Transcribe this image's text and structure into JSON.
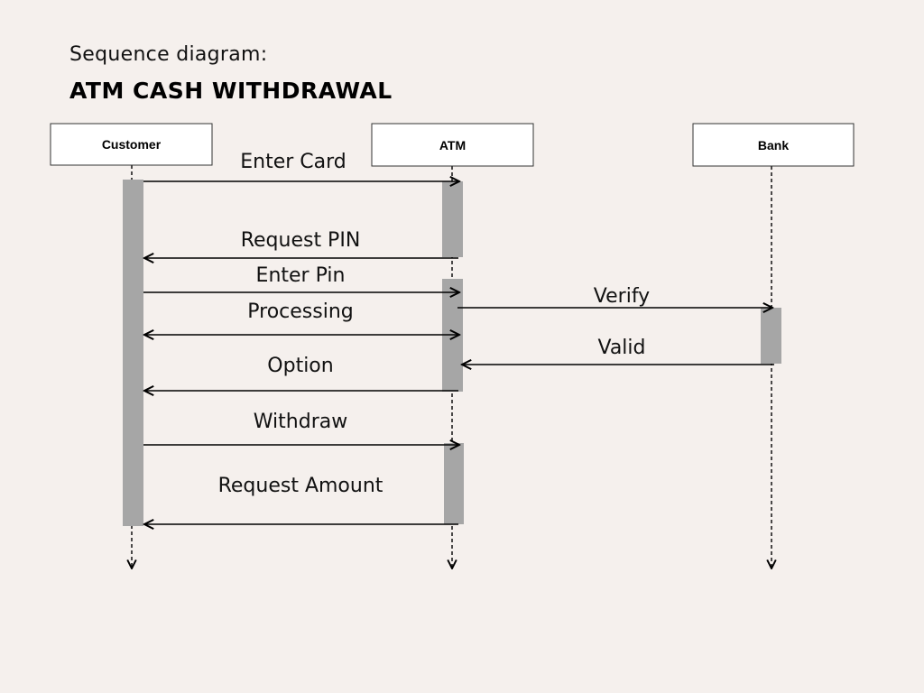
{
  "header": {
    "subtitle": "Sequence diagram:",
    "title": "ATM CASH WITHDRAWAL"
  },
  "colors": {
    "background": "#f5f0ed",
    "activation": "#a6a6a6",
    "box_fill": "#ffffff",
    "line": "#000000"
  },
  "actors": [
    {
      "id": "customer",
      "label": "Customer"
    },
    {
      "id": "atm",
      "label": "ATM"
    },
    {
      "id": "bank",
      "label": "Bank"
    }
  ],
  "messages": [
    {
      "id": "enter-card",
      "label": "Enter Card",
      "from": "customer",
      "to": "atm",
      "bidirectional": false
    },
    {
      "id": "request-pin",
      "label": "Request PIN",
      "from": "atm",
      "to": "customer",
      "bidirectional": false
    },
    {
      "id": "enter-pin",
      "label": "Enter Pin",
      "from": "customer",
      "to": "atm",
      "bidirectional": false
    },
    {
      "id": "verify",
      "label": "Verify",
      "from": "atm",
      "to": "bank",
      "bidirectional": false
    },
    {
      "id": "processing",
      "label": "Processing",
      "from": "customer",
      "to": "atm",
      "bidirectional": true
    },
    {
      "id": "valid",
      "label": "Valid",
      "from": "bank",
      "to": "atm",
      "bidirectional": false
    },
    {
      "id": "option",
      "label": "Option",
      "from": "atm",
      "to": "customer",
      "bidirectional": false
    },
    {
      "id": "withdraw",
      "label": "Withdraw",
      "from": "customer",
      "to": "atm",
      "bidirectional": false
    },
    {
      "id": "request-amount",
      "label": "Request Amount",
      "from": "atm",
      "to": "customer",
      "bidirectional": false
    }
  ]
}
